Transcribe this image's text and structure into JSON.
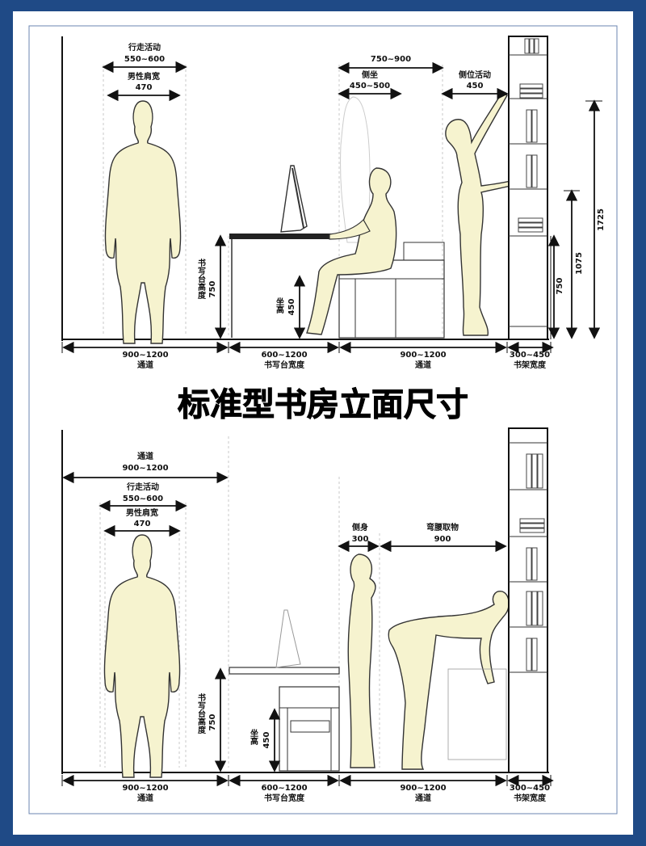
{
  "title": "标准型书房立面尺寸",
  "colors": {
    "border": "#1f4a86",
    "figure": "#f6f3cf",
    "ink": "#111111"
  },
  "top": {
    "walk_label": "行走活动",
    "walk_val": "550~600",
    "shoulder_label": "男性肩宽",
    "shoulder_val": "470",
    "seat_span": "750~900",
    "side_label": "侧坐",
    "side_val": "450~500",
    "side_act_label": "侧位活动",
    "side_act_val": "450",
    "desk_h_label": "书写台高度",
    "desk_h_val": "750",
    "seat_h_label": "坐高",
    "seat_h_val": "450",
    "right_1725": "1725",
    "right_1075": "1075",
    "right_750": "750",
    "bottom": [
      {
        "val": "900~1200",
        "label": "通道"
      },
      {
        "val": "600~1200",
        "label": "书写台宽度"
      },
      {
        "val": "900~1200",
        "label": "通道"
      },
      {
        "val": "300~450",
        "label": "书架宽度"
      }
    ]
  },
  "bottom": {
    "aisle_label": "通道",
    "aisle_val": "900~1200",
    "walk_label": "行走活动",
    "walk_val": "550~600",
    "shoulder_label": "男性肩宽",
    "shoulder_val": "470",
    "sidebody_label": "侧身",
    "sidebody_val": "300",
    "bend_label": "弯腰取物",
    "bend_val": "900",
    "desk_h_label": "书写台高度",
    "desk_h_val": "750",
    "seat_h_label": "坐高",
    "seat_h_val": "450",
    "bottom": [
      {
        "val": "900~1200",
        "label": "通道"
      },
      {
        "val": "600~1200",
        "label": "书写台宽度"
      },
      {
        "val": "900~1200",
        "label": "通道"
      },
      {
        "val": "300~450",
        "label": "书架宽度"
      }
    ]
  }
}
